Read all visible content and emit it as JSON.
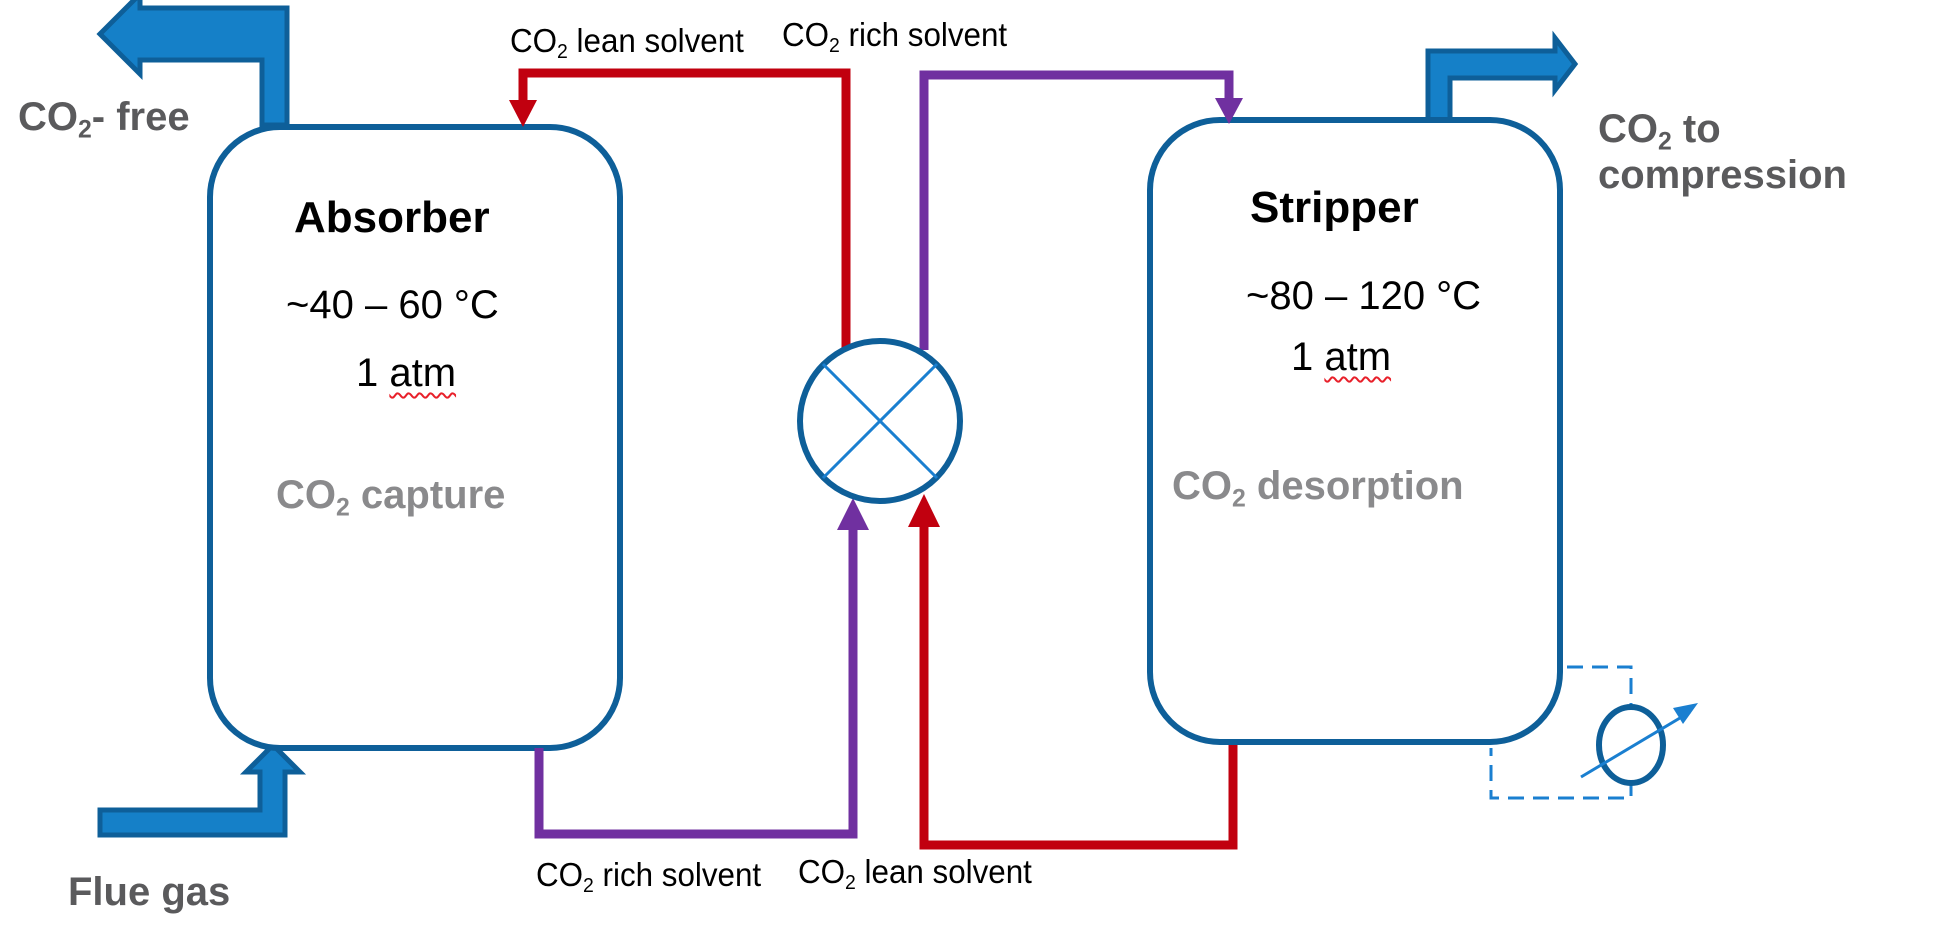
{
  "colors": {
    "vessel_stroke": "#0e5f99",
    "gas_arrow_fill": "#1580c8",
    "gas_arrow_stroke": "#0e5f99",
    "lean_solvent": "#c1000f",
    "rich_solvent": "#7030a0",
    "label_gray": "#5a5a5c",
    "process_gray": "#8a8a8c",
    "reboiler": "#1a7fd0"
  },
  "streams": {
    "co2_free": {
      "prefix": "CO",
      "sub": "2",
      "suffix": "- free"
    },
    "flue_gas": {
      "text": "Flue gas"
    },
    "co2_to_compression": {
      "prefix": "CO",
      "sub": "2",
      "suffix": " to",
      "line2": "compression"
    },
    "top_lean": {
      "prefix": "CO",
      "sub": "2",
      "suffix": " lean solvent"
    },
    "top_rich": {
      "prefix": "CO",
      "sub": "2",
      "suffix": " rich solvent"
    },
    "bottom_rich": {
      "prefix": "CO",
      "sub": "2",
      "suffix": " rich solvent"
    },
    "bottom_lean": {
      "prefix": "CO",
      "sub": "2",
      "suffix": " lean solvent"
    }
  },
  "absorber": {
    "title": "Absorber",
    "temperature": "~40 – 60 °C",
    "pressure_num": "1 ",
    "pressure_unit": "atm",
    "process": {
      "prefix": "CO",
      "sub": "2",
      "suffix": " capture"
    }
  },
  "stripper": {
    "title": "Stripper",
    "temperature": "~80 – 120 °C",
    "pressure_num": "1 ",
    "pressure_unit": "atm",
    "process": {
      "prefix": "CO",
      "sub": "2",
      "suffix": " desorption"
    }
  },
  "equipment": {
    "heat_exchanger": "heat-exchanger",
    "reboiler": "reboiler"
  }
}
